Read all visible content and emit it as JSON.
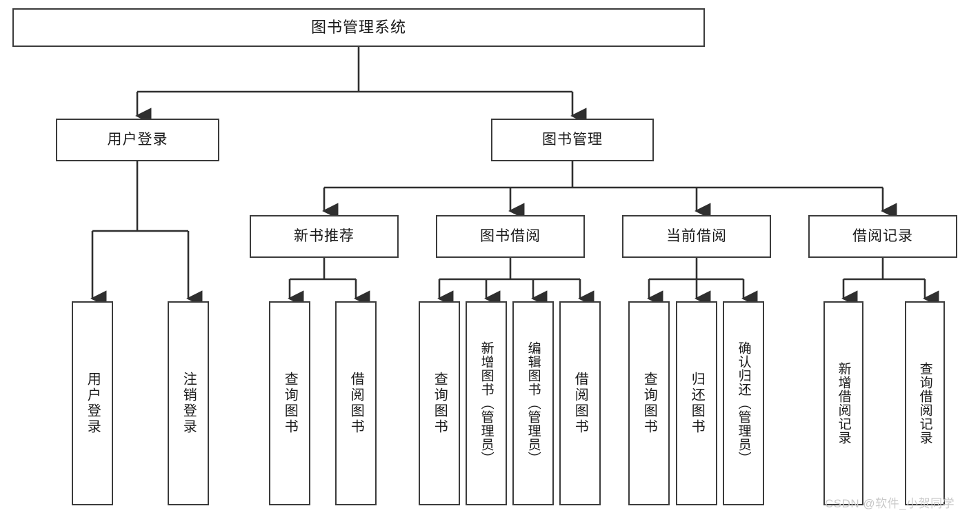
{
  "diagram": {
    "title": "图书管理系统",
    "type": "tree-hierarchy-diagram",
    "colors": {
      "background": "#ffffff",
      "box_border": "#3b3b3b",
      "box_fill": "#ffffff",
      "connector": "#2f2f2f",
      "text": "#1a1a1a",
      "watermark": "#c9c9c9"
    },
    "root": {
      "label": "图书管理系统"
    },
    "level1": [
      {
        "label": "用户登录"
      },
      {
        "label": "图书管理"
      }
    ],
    "level2": [
      {
        "label": "新书推荐",
        "parent": "图书管理"
      },
      {
        "label": "图书借阅",
        "parent": "图书管理"
      },
      {
        "label": "当前借阅",
        "parent": "图书管理"
      },
      {
        "label": "借阅记录",
        "parent": "图书管理"
      }
    ],
    "leaves": {
      "user_login": [
        {
          "label": "用户登录"
        },
        {
          "label": "注销登录"
        }
      ],
      "new_book_recommend": [
        {
          "label": "查询图书"
        },
        {
          "label": "借阅图书"
        }
      ],
      "book_borrow": [
        {
          "label": "查询图书"
        },
        {
          "label": "新增图书（管理员）"
        },
        {
          "label": "编辑图书（管理员）"
        },
        {
          "label": "借阅图书"
        }
      ],
      "current_borrow": [
        {
          "label": "查询图书"
        },
        {
          "label": "归还图书"
        },
        {
          "label": "确认归还（管理员）"
        }
      ],
      "borrow_record": [
        {
          "label": "新增借阅记录"
        },
        {
          "label": "查询借阅记录"
        }
      ]
    },
    "watermark": "CSDN @软件_小贺同学"
  }
}
